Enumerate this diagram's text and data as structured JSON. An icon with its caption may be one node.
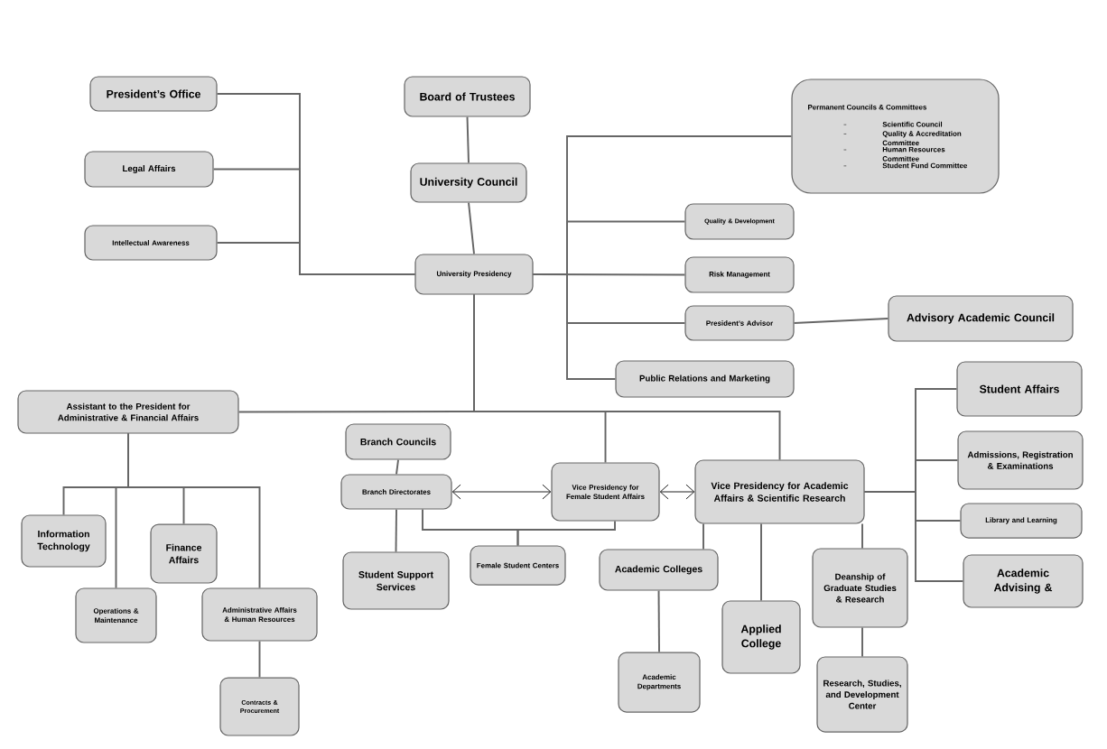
{
  "diagram": {
    "nodes": [
      {
        "text": [
          "President’s Office"
        ]
      },
      {
        "text": [
          "Board of Trustees"
        ]
      },
      {
        "text": [
          "Legal Affairs"
        ]
      },
      {
        "text": [
          "University Council"
        ]
      },
      {
        "text": [
          "Intellectual Awareness"
        ]
      },
      {
        "text": [
          "University Presidency"
        ]
      },
      {
        "text": [
          "Permanent Councils & Committees",
          "Scientific Council",
          "Quality & Accreditation Committee",
          "Human Resources Committee",
          "Student Fund Committee"
        ]
      },
      {
        "text": [
          "Quality & Development"
        ]
      },
      {
        "text": [
          "Risk Management"
        ]
      },
      {
        "text": [
          "President’s Advisor"
        ]
      },
      {
        "text": [
          "Advisory Academic Council"
        ]
      },
      {
        "text": [
          "Public Relations and Marketing"
        ]
      },
      {
        "text": [
          "Student Affairs"
        ]
      },
      {
        "text": [
          "Assistant to the President for Administrative & Financial Affairs"
        ]
      },
      {
        "text": [
          "Branch Councils"
        ]
      },
      {
        "text": [
          "Admissions, Registration & Examinations"
        ]
      },
      {
        "text": [
          "Branch Directorates"
        ]
      },
      {
        "text": [
          "Vice Presidency for Female Student Affairs"
        ]
      },
      {
        "text": [
          "Vice Presidency for Academic Affairs & Scientific Research"
        ]
      },
      {
        "text": [
          "Library and Learning"
        ]
      },
      {
        "text": [
          "Information Technology"
        ]
      },
      {
        "text": [
          "Finance Affairs"
        ]
      },
      {
        "text": [
          "Female Student Centers"
        ]
      },
      {
        "text": [
          "Student Support Services"
        ]
      },
      {
        "text": [
          "Academic Colleges"
        ]
      },
      {
        "text": [
          "Deanship of Graduate Studies & Research"
        ]
      },
      {
        "text": [
          "Academic Advising &"
        ]
      },
      {
        "text": [
          "Operations & Maintenance"
        ]
      },
      {
        "text": [
          "Administrative Affairs & Human Resources"
        ]
      },
      {
        "text": [
          "Applied College"
        ]
      },
      {
        "text": [
          "Academic Departments"
        ]
      },
      {
        "text": [
          "Research, Studies, and Development Center"
        ]
      },
      {
        "text": [
          "Contracts & Procurement"
        ]
      }
    ],
    "edges": [
      {
        "from": 0,
        "to": 5,
        "arrow": "none"
      },
      {
        "from": 2,
        "to": 5,
        "arrow": "none"
      },
      {
        "from": 4,
        "to": 5,
        "arrow": "none"
      },
      {
        "from": 1,
        "to": 3,
        "arrow": "none"
      },
      {
        "from": 3,
        "to": 5,
        "arrow": "none"
      },
      {
        "from": 5,
        "to": 6,
        "arrow": "none"
      },
      {
        "from": 5,
        "to": 7,
        "arrow": "none"
      },
      {
        "from": 5,
        "to": 8,
        "arrow": "none"
      },
      {
        "from": 5,
        "to": 9,
        "arrow": "none"
      },
      {
        "from": 5,
        "to": 11,
        "arrow": "none"
      },
      {
        "from": 9,
        "to": 10,
        "arrow": "none"
      },
      {
        "from": 5,
        "to": 13,
        "arrow": "none"
      },
      {
        "from": 5,
        "to": 17,
        "arrow": "none"
      },
      {
        "from": 5,
        "to": 18,
        "arrow": "none"
      },
      {
        "from": 14,
        "to": 16,
        "arrow": "none"
      },
      {
        "from": 16,
        "to": 17,
        "arrow": "both",
        "color": "#000000"
      },
      {
        "from": 17,
        "to": 18,
        "arrow": "both",
        "color": "#000000"
      },
      {
        "from": 16,
        "to": 23,
        "arrow": "none"
      },
      {
        "from": 16,
        "to": 22,
        "arrow": "none"
      },
      {
        "from": 17,
        "to": 22,
        "arrow": "none"
      },
      {
        "from": 13,
        "to": 20,
        "arrow": "none"
      },
      {
        "from": 13,
        "to": 27,
        "arrow": "none"
      },
      {
        "from": 13,
        "to": 21,
        "arrow": "none"
      },
      {
        "from": 13,
        "to": 28,
        "arrow": "none"
      },
      {
        "from": 28,
        "to": 32,
        "arrow": "none"
      },
      {
        "from": 18,
        "to": 24,
        "arrow": "none"
      },
      {
        "from": 18,
        "to": 29,
        "arrow": "none"
      },
      {
        "from": 18,
        "to": 25,
        "arrow": "none"
      },
      {
        "from": 25,
        "to": 31,
        "arrow": "none"
      },
      {
        "from": 24,
        "to": 30,
        "arrow": "none"
      },
      {
        "from": 18,
        "to": 12,
        "arrow": "none"
      },
      {
        "from": 18,
        "to": 15,
        "arrow": "none"
      },
      {
        "from": 18,
        "to": 19,
        "arrow": "none"
      },
      {
        "from": 18,
        "to": 26,
        "arrow": "none"
      }
    ]
  }
}
